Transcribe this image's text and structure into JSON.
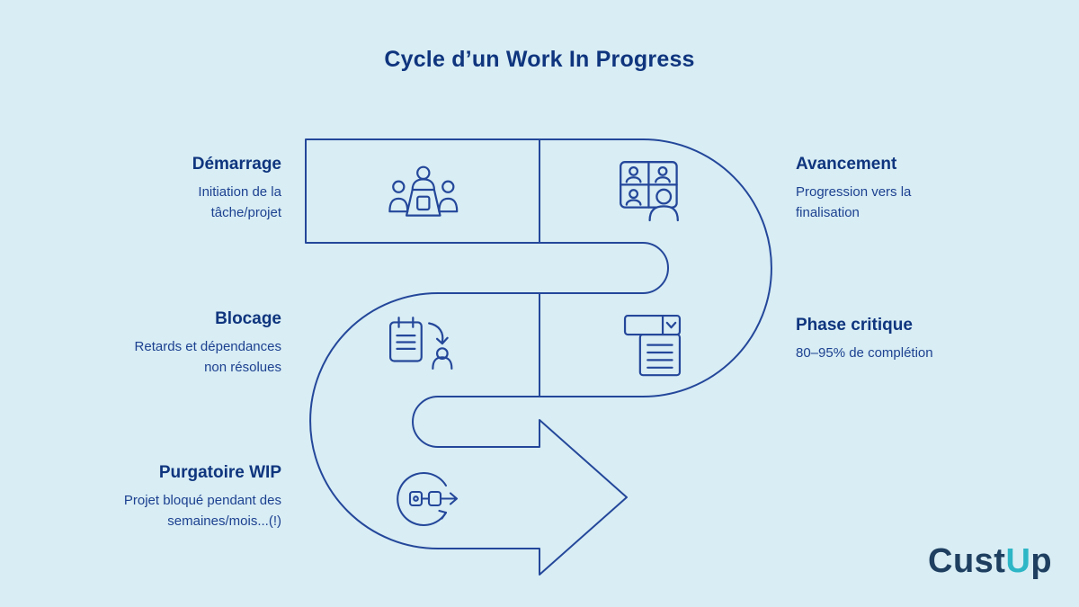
{
  "page": {
    "title": "Cycle d’un Work In Progress",
    "background_color": "#d8edf4",
    "line_color": "#24479a",
    "heading_color": "#0f357e",
    "body_color": "#1d4190"
  },
  "stages": [
    {
      "label": "Démarrage",
      "description": "Initiation de la tâche/projet",
      "icon": "meeting-icon",
      "side": "left"
    },
    {
      "label": "Avancement",
      "description": "Progression vers la finalisation",
      "icon": "video-call-icon",
      "side": "right"
    },
    {
      "label": "Blocage",
      "description": "Retards et dépendances non résolues",
      "icon": "delayed-tasks-icon",
      "side": "left"
    },
    {
      "label": "Phase critique",
      "description": "80–95% de complétion",
      "icon": "document-check-icon",
      "side": "right"
    },
    {
      "label": "Purgatoire WIP",
      "description": "Projet bloqué pendant des semaines/mois...(!)",
      "icon": "stuck-loop-icon",
      "side": "left"
    }
  ],
  "logo": {
    "prefix": "Cust",
    "accent": "U",
    "suffix": "p",
    "navy_color": "#1f3f60",
    "accent_color": "#2db6c6"
  }
}
